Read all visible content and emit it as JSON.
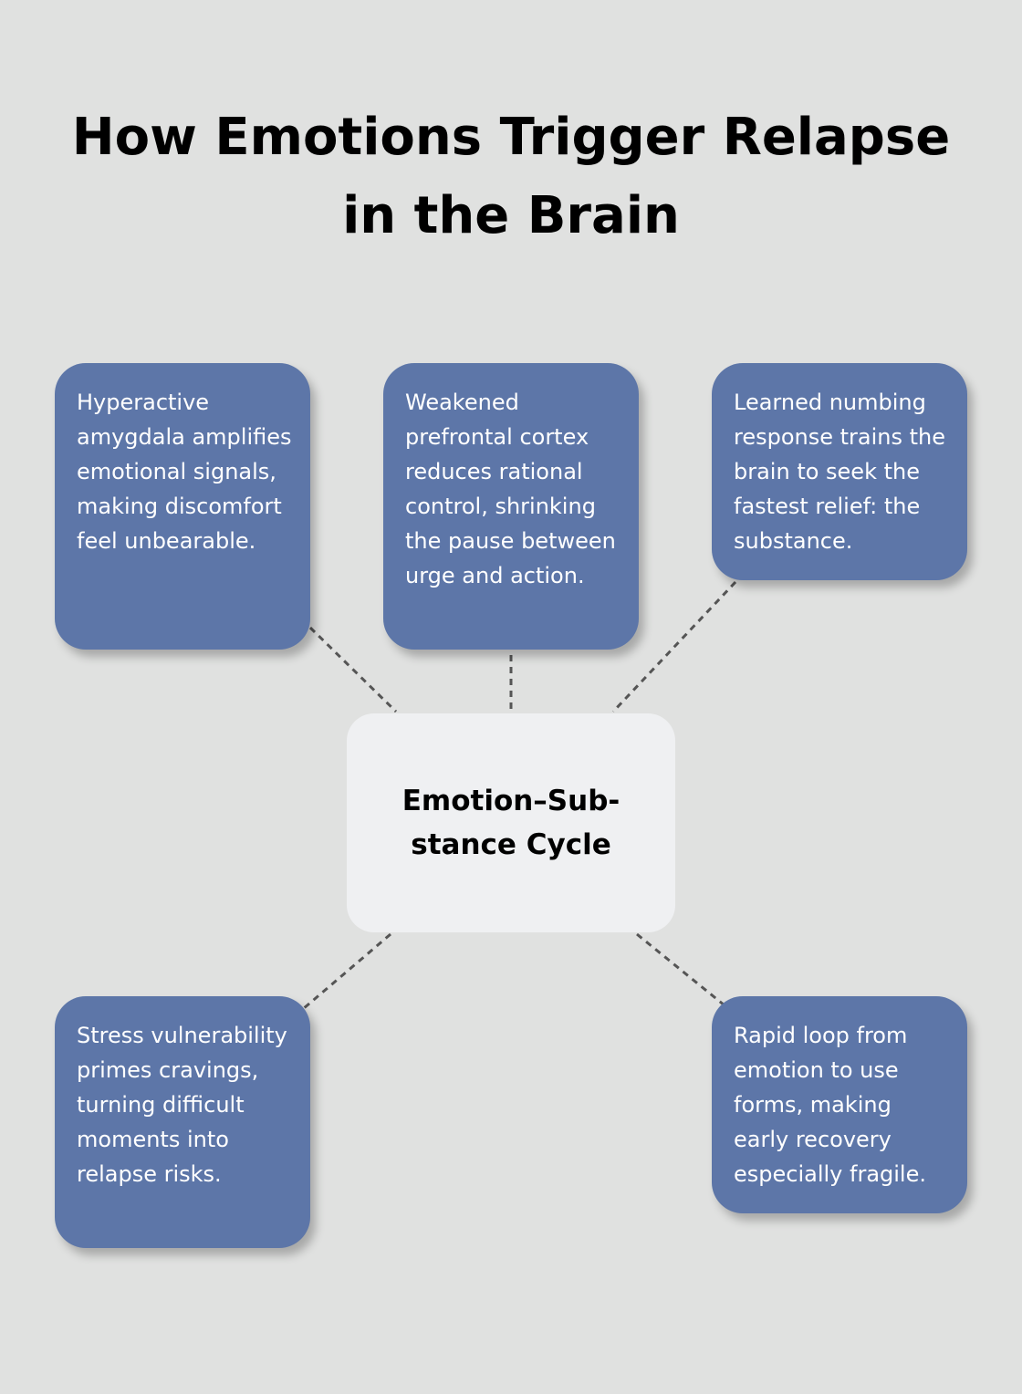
{
  "title": "How Emotions Trigger Relapse in the Brain",
  "center": {
    "label": "Emotion–Sub-stance Cycle"
  },
  "nodes": [
    {
      "text": "Hyperactive amygdala amplifies emotional signals, making discomfort feel unbearable."
    },
    {
      "text": "Weakened prefrontal cortex reduces rational control, shrinking the pause between urge and action."
    },
    {
      "text": "Learned numbing response trains the brain to seek the fastest relief: the substance."
    },
    {
      "text": "Stress vulnerability primes cravings, turning difficult moments into relapse risks."
    },
    {
      "text": "Rapid loop from emotion to use forms, making early recovery especially fragile."
    }
  ],
  "colors": {
    "background": "#e0e1e0",
    "node_fill": "#5d76a8",
    "center_fill": "#eff0f2",
    "connector": "#555555"
  }
}
